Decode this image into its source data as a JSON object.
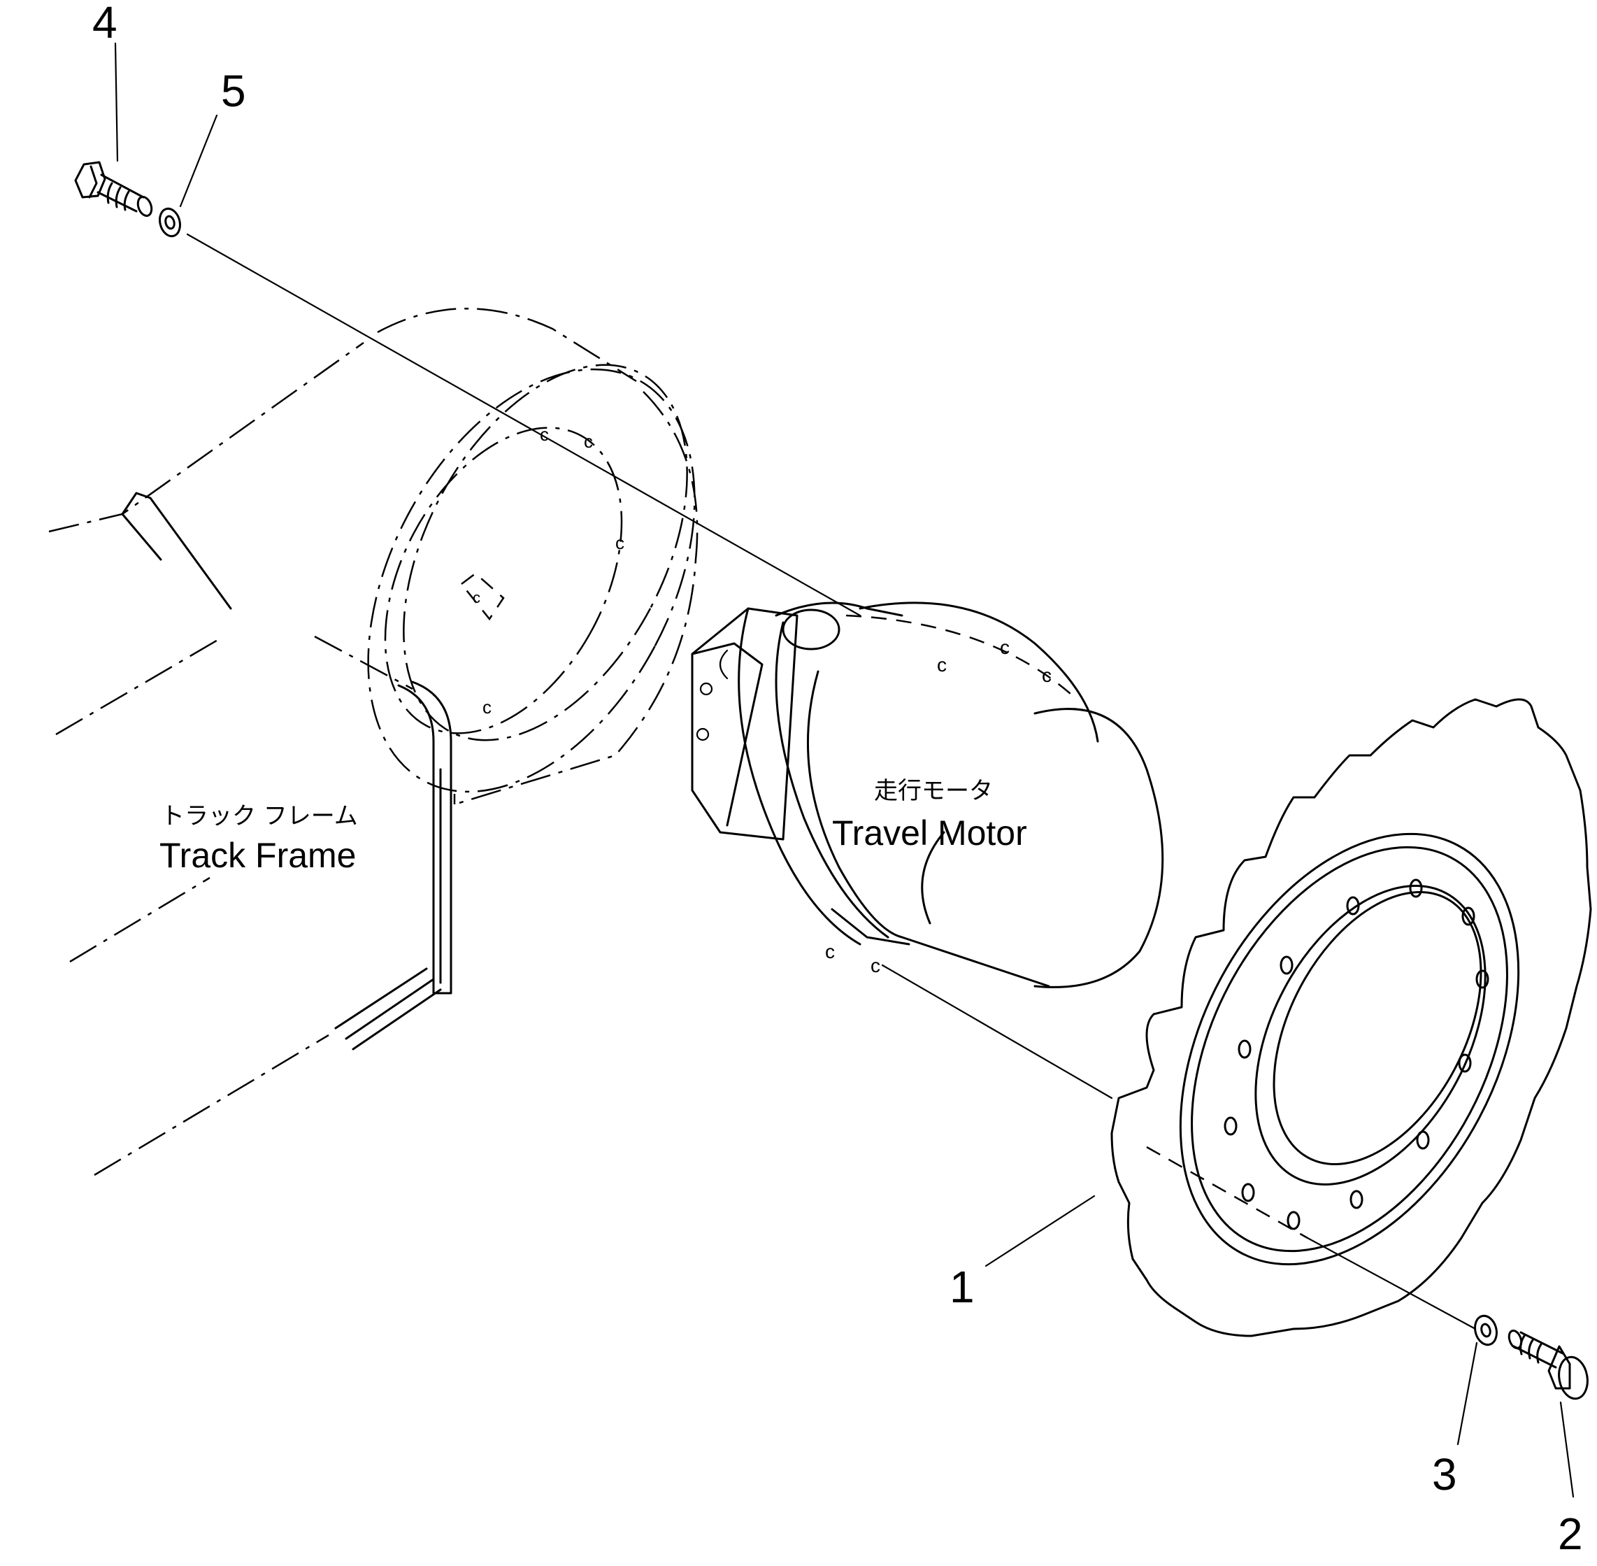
{
  "callouts": [
    {
      "id": "1",
      "text": "1"
    },
    {
      "id": "2",
      "text": "2"
    },
    {
      "id": "3",
      "text": "3"
    },
    {
      "id": "4",
      "text": "4"
    },
    {
      "id": "5",
      "text": "5"
    }
  ],
  "labels": {
    "track_frame_jp": "トラック フレーム",
    "track_frame_en": "Track Frame",
    "travel_motor_jp": "走行モータ",
    "travel_motor_en": "Travel Motor"
  }
}
